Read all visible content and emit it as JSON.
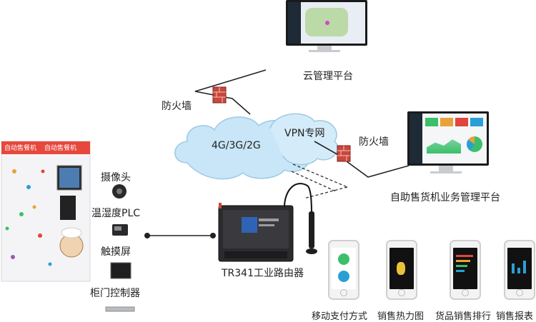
{
  "labels": {
    "cloud_platform": "云管理平台",
    "firewall_top": "防火墙",
    "firewall_right": "防火墙",
    "network_4g": "4G/3G/2G",
    "vpn": "VPN专网",
    "vending_platform": "自助售货机业务管理平台",
    "camera": "摄像头",
    "plc": "温湿度PLC",
    "touchscreen": "触摸屏",
    "door_controller": "柜门控制器",
    "router": "TR341工业路由器",
    "mobile_pay": "移动支付方式",
    "heatmap": "销售热力图",
    "ranking": "货品销售排行",
    "report": "销售报表"
  },
  "vending_machine": {
    "sign_left": "自动售餐机",
    "sign_right": "自动售餐机"
  },
  "dashboard_tiles": [
    "#3bbf6a",
    "#e8a23a",
    "#e0463c",
    "#2a9fd6"
  ],
  "colors": {
    "cloud": "#c8e6f7",
    "cloud_stroke": "#9cc9e6",
    "brick": "#c9473c",
    "wire": "#222222"
  }
}
